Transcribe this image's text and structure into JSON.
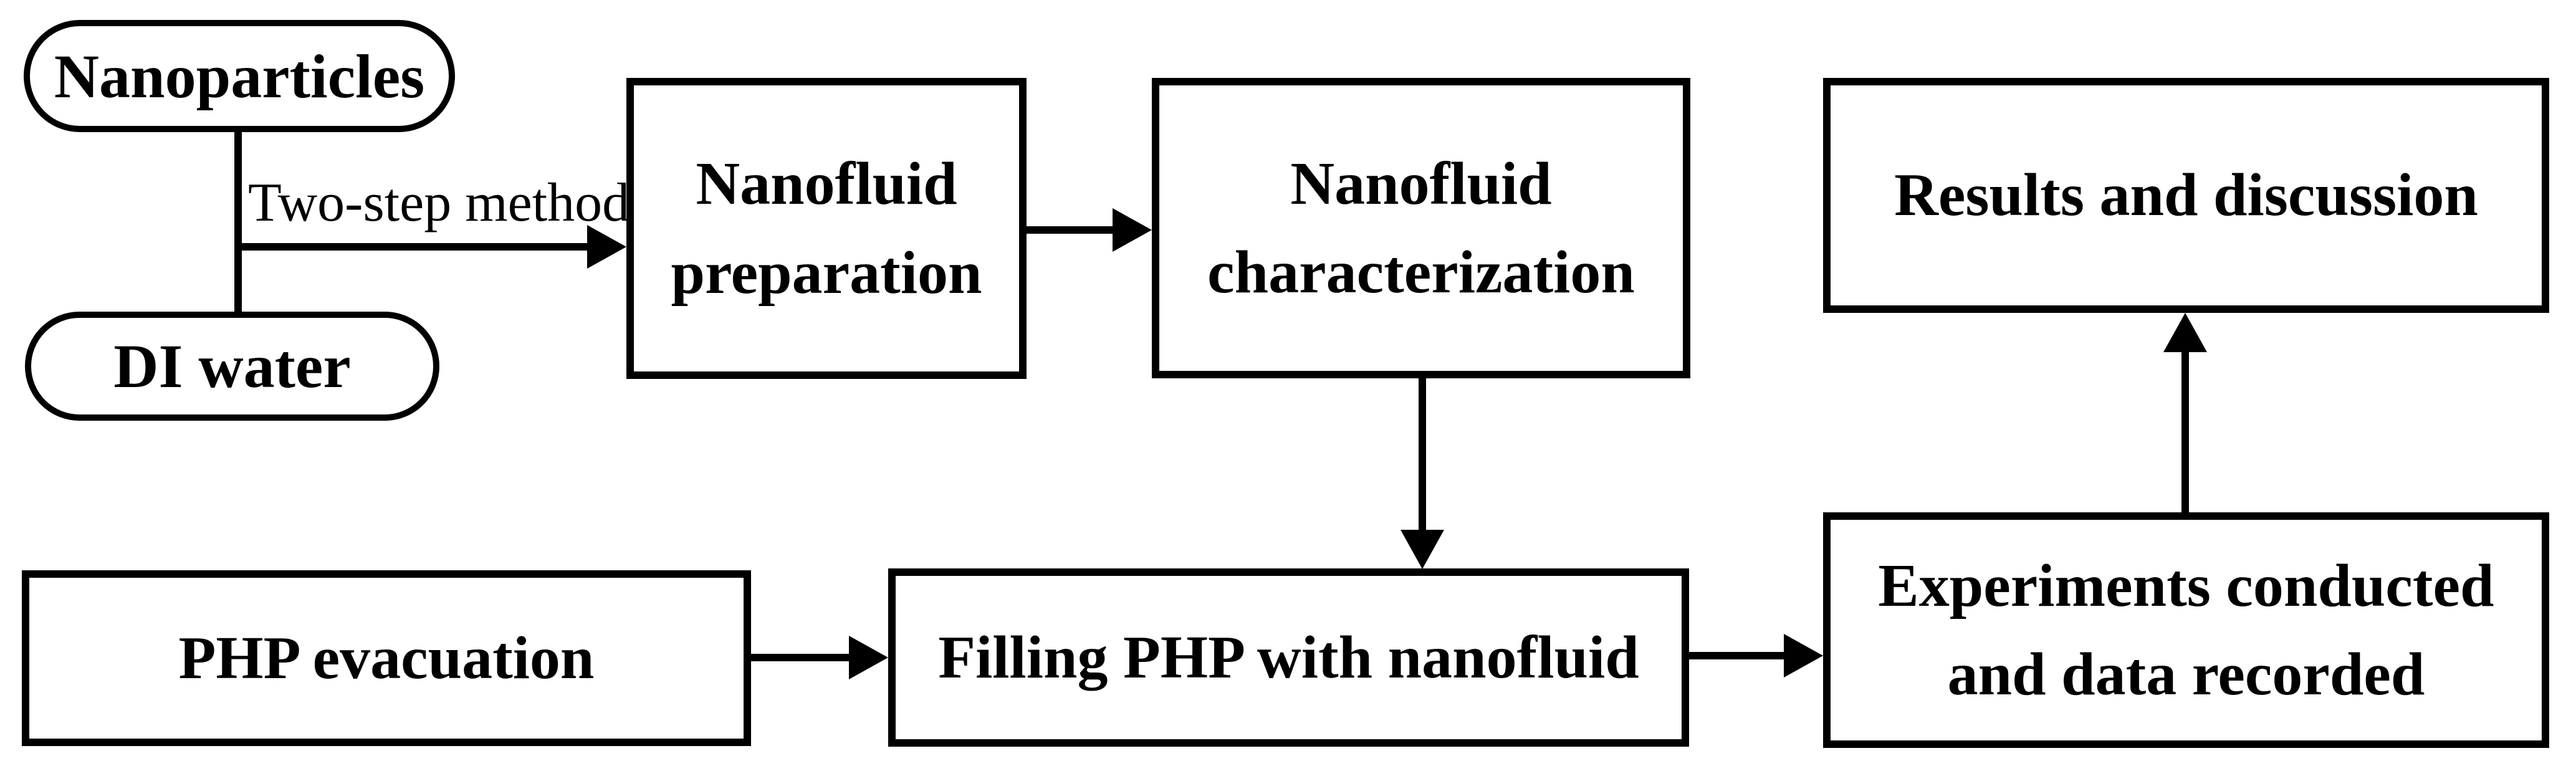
{
  "figure": {
    "type": "flowchart",
    "background_color": "#ffffff",
    "stroke_color": "#000000",
    "nodes": {
      "nanoparticles": {
        "label": "Nanoparticles",
        "shape": "stadium"
      },
      "di_water": {
        "label": "DI water",
        "shape": "stadium"
      },
      "nanofluid_preparation": {
        "line1": "Nanofluid",
        "line2": "preparation",
        "shape": "rect"
      },
      "nanofluid_characterization": {
        "line1": "Nanofluid",
        "line2": "characterization",
        "shape": "rect"
      },
      "results_and_discussion": {
        "label": "Results and discussion",
        "shape": "rect"
      },
      "php_evacuation": {
        "label": "PHP evacuation",
        "shape": "rect"
      },
      "filling_php_with_nanofluid": {
        "label": "Filling PHP with nanofluid",
        "shape": "rect"
      },
      "experiments_conducted": {
        "line1": "Experiments conducted",
        "line2": "and data recorded",
        "shape": "rect"
      }
    },
    "edges": {
      "two_step_method_label": "Two-step method",
      "connections": [
        {
          "from": "Nanoparticles",
          "to": "Nanofluid preparation",
          "label": "Two-step method"
        },
        {
          "from": "DI water",
          "to": "Nanofluid preparation",
          "label": "Two-step method"
        },
        {
          "from": "Nanofluid preparation",
          "to": "Nanofluid characterization"
        },
        {
          "from": "Nanofluid characterization",
          "to": "Filling PHP with nanofluid"
        },
        {
          "from": "PHP evacuation",
          "to": "Filling PHP with nanofluid"
        },
        {
          "from": "Filling PHP with nanofluid",
          "to": "Experiments conducted and data recorded"
        },
        {
          "from": "Experiments conducted and data recorded",
          "to": "Results and discussion"
        }
      ]
    }
  }
}
